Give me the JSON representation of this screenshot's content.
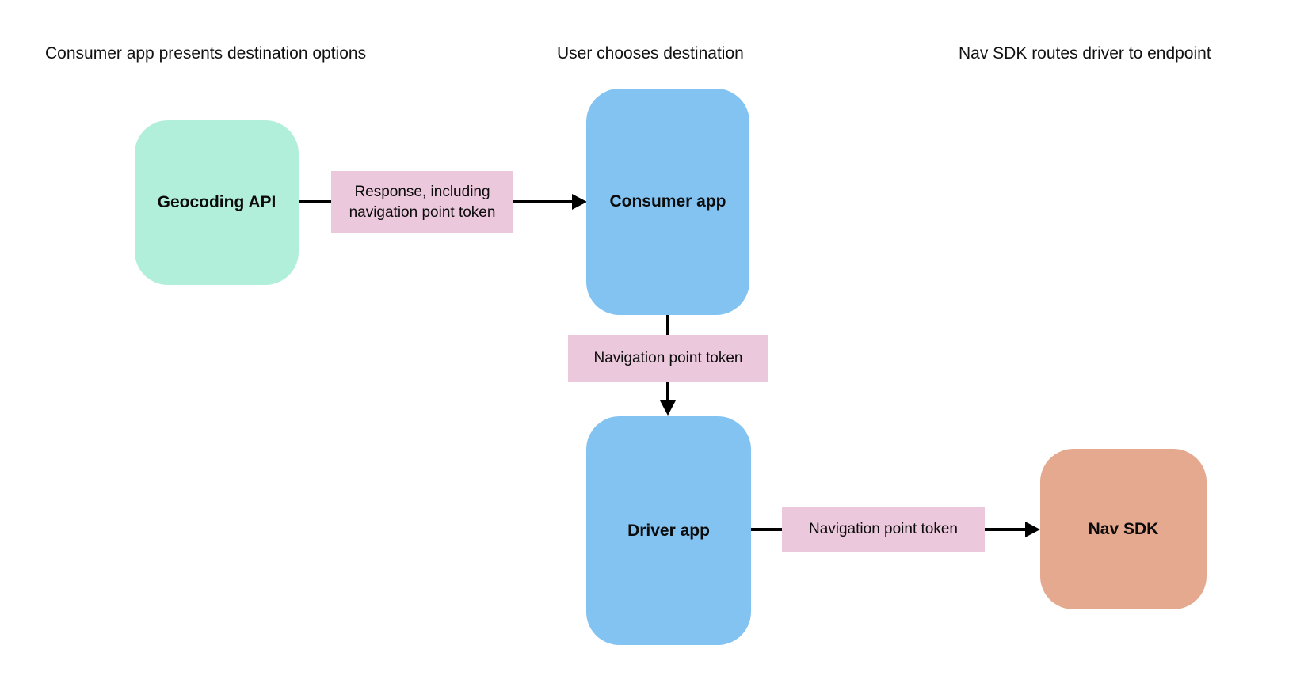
{
  "diagram": {
    "headers": [
      "Consumer app presents destination options",
      "User chooses destination",
      "Nav SDK routes driver to endpoint"
    ],
    "nodes": {
      "geocoding_api": {
        "label": "Geocoding API",
        "color": "#b2efda"
      },
      "consumer_app": {
        "label": "Consumer app",
        "color": "#82c3f2"
      },
      "driver_app": {
        "label": "Driver app",
        "color": "#82c3f2"
      },
      "nav_sdk": {
        "label": "Nav SDK",
        "color": "#e5a98f"
      }
    },
    "edges": {
      "geocoding_to_consumer": {
        "label": "Response, including navigation point token"
      },
      "consumer_to_driver": {
        "label": "Navigation point token"
      },
      "driver_to_nav_sdk": {
        "label": "Navigation point token"
      }
    },
    "colors": {
      "edge_label_pink": "#ecc8dd",
      "arrow_black": "#000000",
      "background": "#ffffff"
    }
  }
}
